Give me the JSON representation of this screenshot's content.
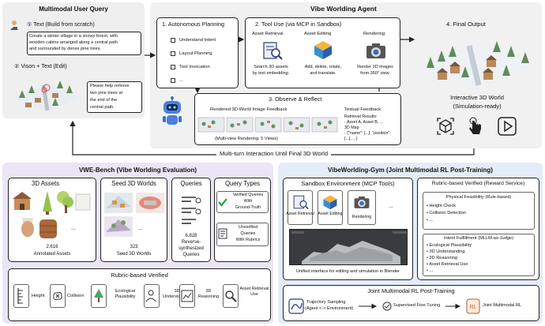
{
  "query": {
    "title": "Multimodal User Query",
    "text_mode": "① Text (Build from scratch)",
    "text_prompt_1": "Create a winter village in a snowy forest, with",
    "text_prompt_2": "wooden cabins arranged along a central path",
    "text_prompt_3": "and surrounded by dense pine trees.",
    "edit_mode": "② Vison + Text (Edit)",
    "edit_prompt_1": "Please help remove",
    "edit_prompt_2": "two pine trees at",
    "edit_prompt_3": "the end of the",
    "edit_prompt_4": "central path."
  },
  "agent": {
    "title": "Vibe Worlding Agent",
    "planning": {
      "title": "1. Autonomous Planning",
      "items": [
        "Understand Intent",
        "Layout Planning",
        "Tool Invocation",
        "..."
      ]
    },
    "tools": {
      "title": "2. Tool Use (via MCP in Sandbox)",
      "retrieval": {
        "name": "Asset Retrieval",
        "desc1": "Search 3D assets",
        "desc2": "by text embedding."
      },
      "editing": {
        "name": "Asset Editing",
        "desc1": "Add, delete, rotate,",
        "desc2": "and translate."
      },
      "rendering": {
        "name": "Rendering",
        "desc1": "Render 3D images",
        "desc2": "from 360° view."
      }
    },
    "observe": {
      "title": "3. Observe & Reflect",
      "feedback_title": "Rendered 3D World Image Feedback",
      "multiview": "(Multi-view Rendering: 5 Views)",
      "textual_title": "Textual Feedback",
      "lines": [
        "Retrieval Results:",
        "- Asset A, Asset B, ...",
        "3D Map",
        "-   {\"name\": [...], \"position\":",
        "    [...], ...}"
      ]
    },
    "final": {
      "title": "4. Final Output",
      "caption1": "Interactive 3D World",
      "caption2": "(Simulation-ready)"
    }
  },
  "loop_label": "Multi-turn Interaction Until Final 3D World",
  "bench": {
    "title": "VWE-Bench (Vibe Worlding Evaluation)",
    "assets": {
      "title": "3D Assets",
      "count": "2,616",
      "label": "Annotated Assets",
      "ellipsis": "..."
    },
    "worlds": {
      "title": "Seed 3D Worlds",
      "count": "323",
      "label": "Seed 3D Worlds",
      "ellipsis": "..."
    },
    "queries": {
      "title": "Queries",
      "count": "6,828",
      "label1": "Reverse-",
      "label2": "synthesized",
      "label3": "Queries"
    },
    "types": {
      "title": "Query Types",
      "verified1": "Verified Queries",
      "verified2": "With",
      "verified3": "Ground-Truth",
      "unverified1": "Unverified",
      "unverified2": "Queries",
      "unverified3": "With Rubrics"
    },
    "rubric": {
      "title": "Rubric-based Verified",
      "items": [
        "Height",
        "Collision",
        "Ecological Plausibility",
        "3D Understanding",
        "3D Reasoning",
        "Asset Retrieval Use"
      ]
    }
  },
  "gym": {
    "title": "VibeWorlding-Gym (Joint Multimodal RL Post-Training)",
    "sandbox": {
      "title": "Sandbox Environment (MCP Tools)",
      "tools": [
        "Asset Retrieval",
        "Asset Editing",
        "Rendering"
      ],
      "ellipsis": "...",
      "caption": "Unified interface for editing and simulation in Blender"
    },
    "reward": {
      "title": "Rubric-based Verified (Reward Service)",
      "physical": "Physical Feasibility (Rule-based)",
      "physical_items": [
        "Height Check",
        "Collision Detection",
        "..."
      ],
      "intent": "Intent Fulfillment (MLLM-as-Judge)",
      "intent_items": [
        "Ecological Plausibility",
        "3D Understanding",
        "3D Reasoning",
        "Asset Retrieval Use",
        "..."
      ]
    },
    "training": {
      "title": "Joint Multimodal RL Post-Training",
      "step1a": "Trajectory Sampling",
      "step1b": "(Agent <-> Environment)",
      "step2": "Supervised Fine-Tuning",
      "step3": "Joint Multimodal RL"
    }
  },
  "colors": {
    "panel_query": "#efefef",
    "panel_agent": "#f1f1f1",
    "panel_bench": "#eae6f6",
    "panel_gym": "#e4ecf8"
  }
}
